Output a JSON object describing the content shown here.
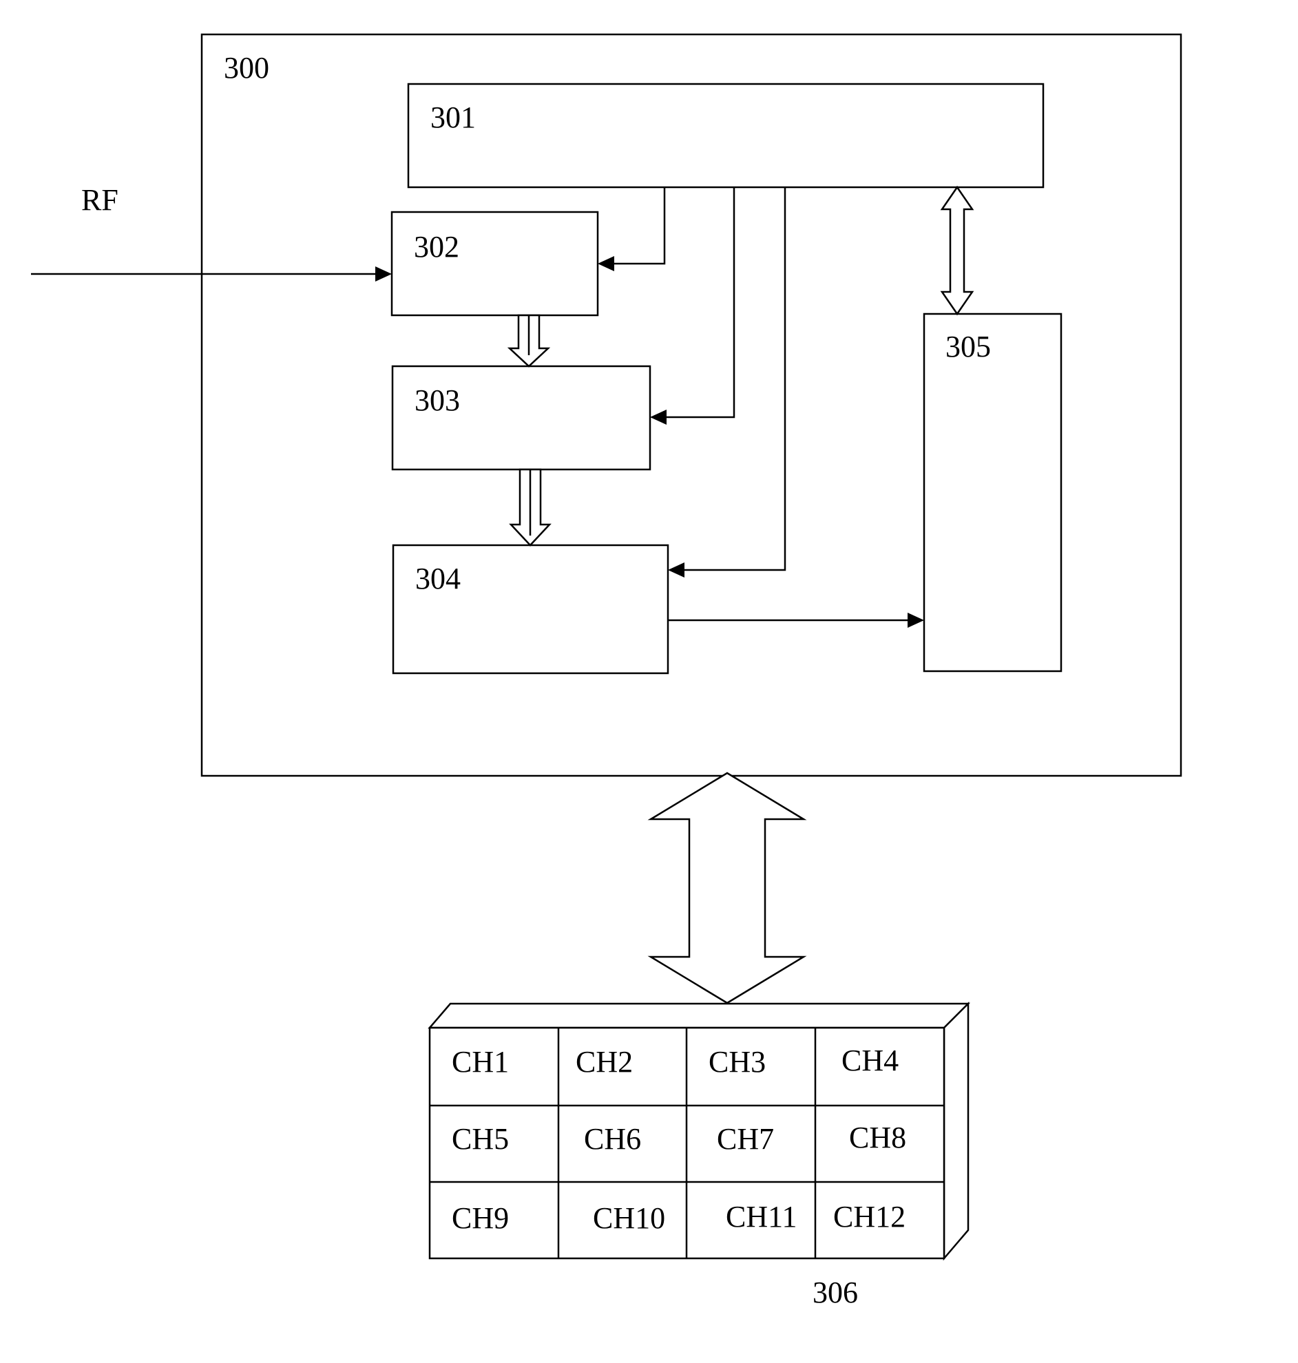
{
  "labels": {
    "device": "300",
    "block_301": "301",
    "block_302": "302",
    "block_303": "303",
    "block_304": "304",
    "block_305": "305",
    "storage": "306",
    "input": "RF"
  },
  "channels": [
    "CH1",
    "CH2",
    "CH3",
    "CH4",
    "CH5",
    "CH6",
    "CH7",
    "CH8",
    "CH9",
    "CH10",
    "CH11",
    "CH12"
  ]
}
